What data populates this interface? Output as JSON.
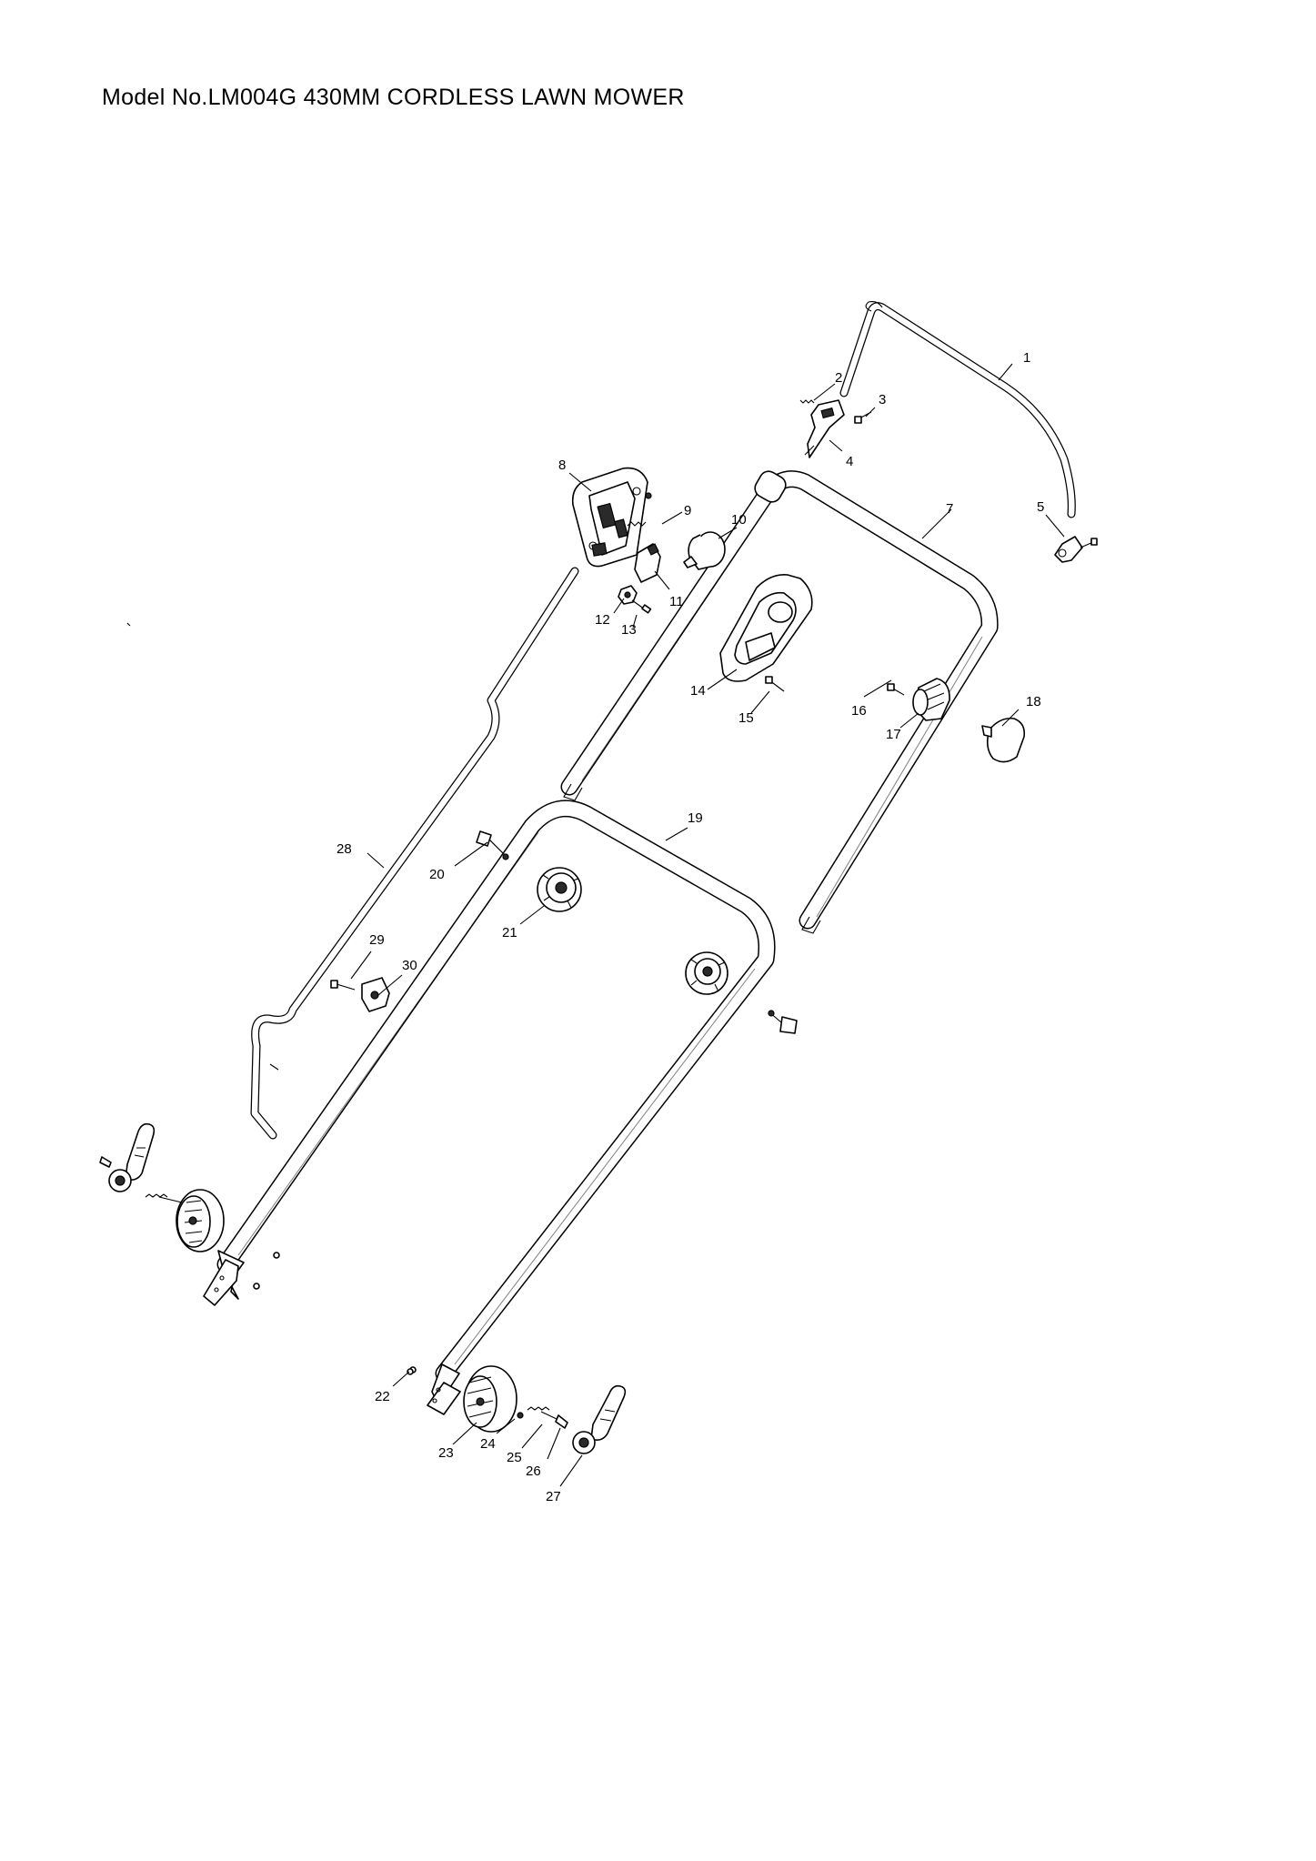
{
  "page": {
    "title": "Model No.LM004G 430MM CORDLESS LAWN MOWER"
  },
  "callouts": [
    {
      "id": "1",
      "text": "1"
    },
    {
      "id": "2",
      "text": "2"
    },
    {
      "id": "3",
      "text": "3"
    },
    {
      "id": "4",
      "text": "4"
    },
    {
      "id": "5",
      "text": "5"
    },
    {
      "id": "7",
      "text": "7"
    },
    {
      "id": "8",
      "text": "8"
    },
    {
      "id": "9",
      "text": "9"
    },
    {
      "id": "10",
      "text": "10"
    },
    {
      "id": "11",
      "text": "11"
    },
    {
      "id": "12",
      "text": "12"
    },
    {
      "id": "13",
      "text": "13"
    },
    {
      "id": "14",
      "text": "14"
    },
    {
      "id": "15",
      "text": "15"
    },
    {
      "id": "16",
      "text": "16"
    },
    {
      "id": "17",
      "text": "17"
    },
    {
      "id": "18",
      "text": "18"
    },
    {
      "id": "19",
      "text": "19"
    },
    {
      "id": "20",
      "text": "20"
    },
    {
      "id": "21",
      "text": "21"
    },
    {
      "id": "22",
      "text": "22"
    },
    {
      "id": "23",
      "text": "23"
    },
    {
      "id": "24",
      "text": "24"
    },
    {
      "id": "25",
      "text": "25"
    },
    {
      "id": "26",
      "text": "26"
    },
    {
      "id": "27",
      "text": "27"
    },
    {
      "id": "28",
      "text": "28"
    },
    {
      "id": "29",
      "text": "29"
    },
    {
      "id": "30",
      "text": "30"
    }
  ]
}
